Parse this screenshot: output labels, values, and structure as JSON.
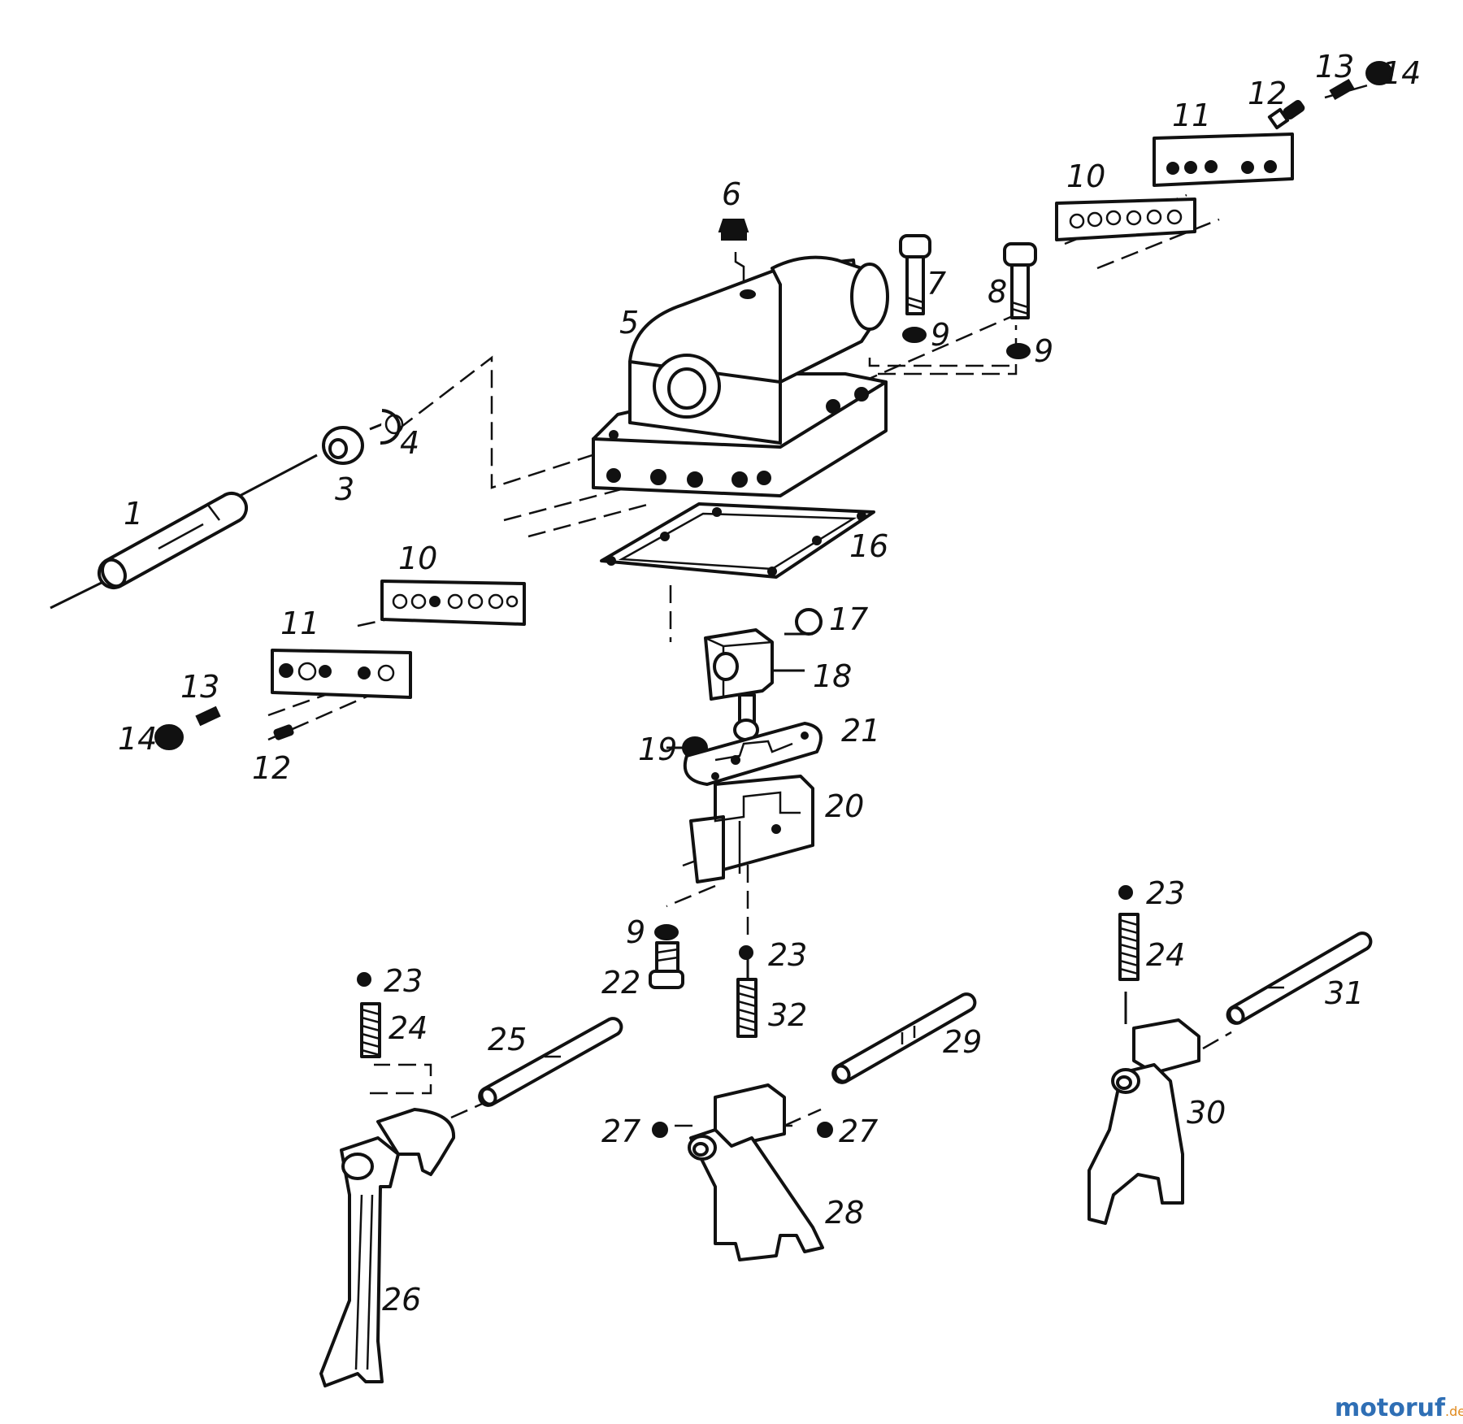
{
  "diagram": {
    "parts": [
      {
        "id": "p1",
        "label": "1"
      },
      {
        "id": "p3",
        "label": "3"
      },
      {
        "id": "p4",
        "label": "4"
      },
      {
        "id": "p5",
        "label": "5"
      },
      {
        "id": "p6",
        "label": "6"
      },
      {
        "id": "p7",
        "label": "7"
      },
      {
        "id": "p8",
        "label": "8"
      },
      {
        "id": "p9a",
        "label": "9"
      },
      {
        "id": "p9b",
        "label": "9"
      },
      {
        "id": "p9c",
        "label": "9"
      },
      {
        "id": "p10a",
        "label": "10"
      },
      {
        "id": "p10b",
        "label": "10"
      },
      {
        "id": "p11a",
        "label": "11"
      },
      {
        "id": "p11b",
        "label": "11"
      },
      {
        "id": "p12a",
        "label": "12"
      },
      {
        "id": "p12b",
        "label": "12"
      },
      {
        "id": "p13a",
        "label": "13"
      },
      {
        "id": "p13b",
        "label": "13"
      },
      {
        "id": "p14a",
        "label": "14"
      },
      {
        "id": "p14b",
        "label": "14"
      },
      {
        "id": "p16",
        "label": "16"
      },
      {
        "id": "p17",
        "label": "17"
      },
      {
        "id": "p18",
        "label": "18"
      },
      {
        "id": "p19",
        "label": "19"
      },
      {
        "id": "p20",
        "label": "20"
      },
      {
        "id": "p21",
        "label": "21"
      },
      {
        "id": "p22",
        "label": "22"
      },
      {
        "id": "p23a",
        "label": "23"
      },
      {
        "id": "p23b",
        "label": "23"
      },
      {
        "id": "p23c",
        "label": "23"
      },
      {
        "id": "p24a",
        "label": "24"
      },
      {
        "id": "p24b",
        "label": "24"
      },
      {
        "id": "p25",
        "label": "25"
      },
      {
        "id": "p26",
        "label": "26"
      },
      {
        "id": "p27a",
        "label": "27"
      },
      {
        "id": "p27b",
        "label": "27"
      },
      {
        "id": "p28",
        "label": "28"
      },
      {
        "id": "p29",
        "label": "29"
      },
      {
        "id": "p30",
        "label": "30"
      },
      {
        "id": "p31",
        "label": "31"
      },
      {
        "id": "p32",
        "label": "32"
      }
    ]
  },
  "watermark": {
    "text_main": "motoruf",
    "text_suffix": ".de",
    "color_main": "#2f6fb5",
    "color_accent": "#e08a1e"
  }
}
